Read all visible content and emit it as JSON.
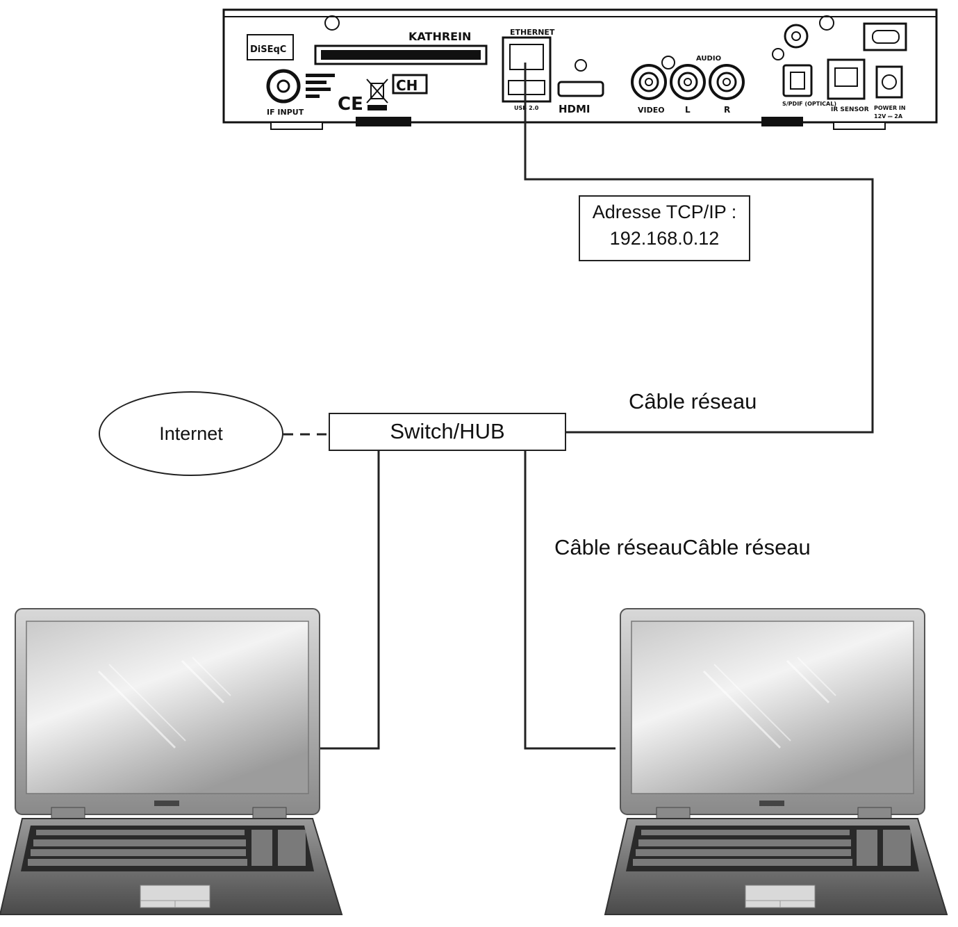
{
  "receiver": {
    "brand": "KATHREIN",
    "ports": {
      "diseqc": "DiSEqC",
      "rf_input": "IF INPUT",
      "ethernet": "ETHERNET",
      "usb": "USB 2.0",
      "hdmi": "HDMI",
      "audio": "AUDIO",
      "video": "VIDEO",
      "left": "L",
      "right": "R",
      "spdif_optical": "S/PDIF (OPTICAL)",
      "ir_sensor": "IR SENSOR",
      "power_in": "POWER IN",
      "power_rating": "12V ⎓ 2A",
      "ce_mark": "CE",
      "ch_mark": "CH"
    }
  },
  "ip_box": {
    "line1": "Adresse TCP/IP :",
    "line2": "192.168.0.12"
  },
  "labels": {
    "cable_top": "Câble réseau",
    "cable_bottom": "Câble réseauCâble réseau"
  },
  "switch": {
    "label": "Switch/HUB"
  },
  "internet": {
    "label": "Internet"
  },
  "colors": {
    "line": "#222222",
    "laptop_body": "#6e6e6e",
    "laptop_screen": "#cfcfcf"
  }
}
